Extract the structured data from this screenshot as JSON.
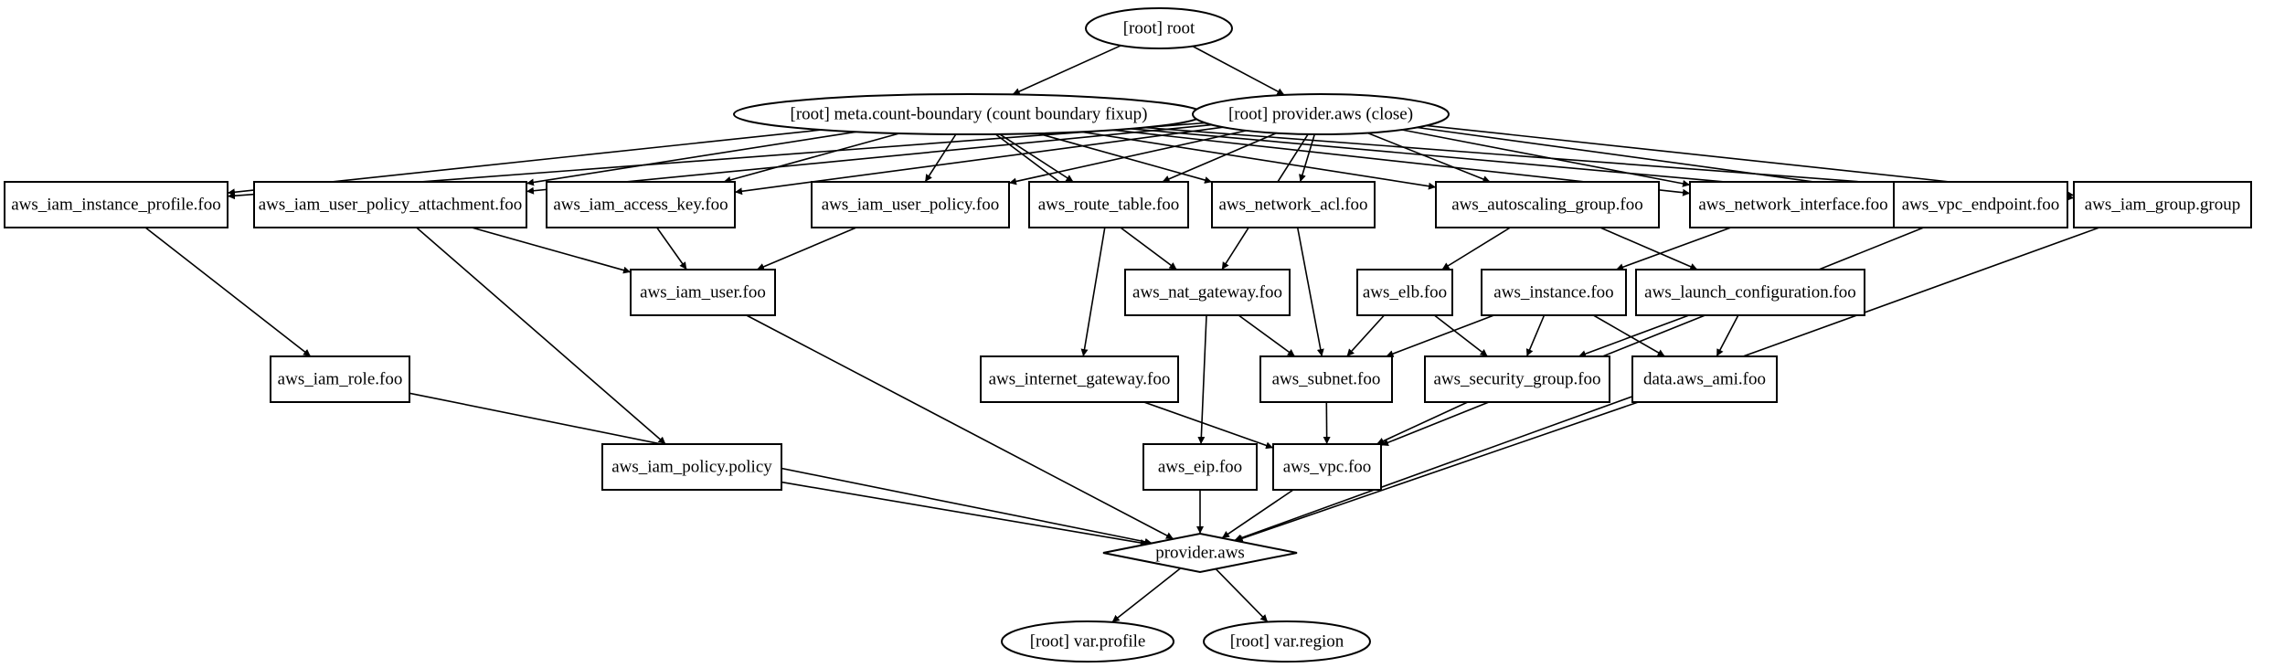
{
  "nodes": [
    {
      "id": "root",
      "label": "[root] root",
      "shape": "ellipse"
    },
    {
      "id": "meta_count_boundary",
      "label": "[root] meta.count-boundary (count boundary fixup)",
      "shape": "ellipse"
    },
    {
      "id": "provider_close",
      "label": "[root] provider.aws (close)",
      "shape": "ellipse"
    },
    {
      "id": "instance_profile",
      "label": "aws_iam_instance_profile.foo",
      "shape": "box"
    },
    {
      "id": "user_policy_attachment",
      "label": "aws_iam_user_policy_attachment.foo",
      "shape": "box"
    },
    {
      "id": "access_key",
      "label": "aws_iam_access_key.foo",
      "shape": "box"
    },
    {
      "id": "user_policy",
      "label": "aws_iam_user_policy.foo",
      "shape": "box"
    },
    {
      "id": "route_table",
      "label": "aws_route_table.foo",
      "shape": "box"
    },
    {
      "id": "network_acl",
      "label": "aws_network_acl.foo",
      "shape": "box"
    },
    {
      "id": "autoscaling_group",
      "label": "aws_autoscaling_group.foo",
      "shape": "box"
    },
    {
      "id": "network_interface",
      "label": "aws_network_interface.foo",
      "shape": "box"
    },
    {
      "id": "vpc_endpoint",
      "label": "aws_vpc_endpoint.foo",
      "shape": "box"
    },
    {
      "id": "iam_group",
      "label": "aws_iam_group.group",
      "shape": "box"
    },
    {
      "id": "iam_user",
      "label": "aws_iam_user.foo",
      "shape": "box"
    },
    {
      "id": "nat_gateway",
      "label": "aws_nat_gateway.foo",
      "shape": "box"
    },
    {
      "id": "elb",
      "label": "aws_elb.foo",
      "shape": "box"
    },
    {
      "id": "instance",
      "label": "aws_instance.foo",
      "shape": "box"
    },
    {
      "id": "launch_configuration",
      "label": "aws_launch_configuration.foo",
      "shape": "box"
    },
    {
      "id": "iam_role",
      "label": "aws_iam_role.foo",
      "shape": "box"
    },
    {
      "id": "internet_gateway",
      "label": "aws_internet_gateway.foo",
      "shape": "box"
    },
    {
      "id": "subnet",
      "label": "aws_subnet.foo",
      "shape": "box"
    },
    {
      "id": "security_group",
      "label": "aws_security_group.foo",
      "shape": "box"
    },
    {
      "id": "ami",
      "label": "data.aws_ami.foo",
      "shape": "box"
    },
    {
      "id": "iam_policy",
      "label": "aws_iam_policy.policy",
      "shape": "box"
    },
    {
      "id": "eip",
      "label": "aws_eip.foo",
      "shape": "box"
    },
    {
      "id": "vpc",
      "label": "aws_vpc.foo",
      "shape": "box"
    },
    {
      "id": "provider",
      "label": "provider.aws",
      "shape": "diamond"
    },
    {
      "id": "var_profile",
      "label": "[root] var.profile",
      "shape": "ellipse"
    },
    {
      "id": "var_region",
      "label": "[root] var.region",
      "shape": "ellipse"
    }
  ],
  "edges": [
    {
      "from": "root",
      "to": "meta_count_boundary"
    },
    {
      "from": "root",
      "to": "provider_close"
    },
    {
      "from": "meta_count_boundary",
      "to": "instance_profile"
    },
    {
      "from": "meta_count_boundary",
      "to": "user_policy_attachment"
    },
    {
      "from": "meta_count_boundary",
      "to": "access_key"
    },
    {
      "from": "meta_count_boundary",
      "to": "user_policy"
    },
    {
      "from": "meta_count_boundary",
      "to": "route_table"
    },
    {
      "from": "meta_count_boundary",
      "to": "network_acl"
    },
    {
      "from": "meta_count_boundary",
      "to": "autoscaling_group"
    },
    {
      "from": "meta_count_boundary",
      "to": "network_interface"
    },
    {
      "from": "meta_count_boundary",
      "to": "vpc_endpoint"
    },
    {
      "from": "meta_count_boundary",
      "to": "iam_group"
    },
    {
      "from": "meta_count_boundary",
      "to": "nat_gateway"
    },
    {
      "from": "provider_close",
      "to": "instance_profile"
    },
    {
      "from": "provider_close",
      "to": "user_policy_attachment"
    },
    {
      "from": "provider_close",
      "to": "access_key"
    },
    {
      "from": "provider_close",
      "to": "user_policy"
    },
    {
      "from": "provider_close",
      "to": "route_table"
    },
    {
      "from": "provider_close",
      "to": "network_acl"
    },
    {
      "from": "provider_close",
      "to": "autoscaling_group"
    },
    {
      "from": "provider_close",
      "to": "network_interface"
    },
    {
      "from": "provider_close",
      "to": "vpc_endpoint"
    },
    {
      "from": "provider_close",
      "to": "iam_group"
    },
    {
      "from": "provider_close",
      "to": "nat_gateway"
    },
    {
      "from": "instance_profile",
      "to": "iam_role"
    },
    {
      "from": "user_policy_attachment",
      "to": "iam_user"
    },
    {
      "from": "user_policy_attachment",
      "to": "iam_policy"
    },
    {
      "from": "access_key",
      "to": "iam_user"
    },
    {
      "from": "user_policy",
      "to": "iam_user"
    },
    {
      "from": "route_table",
      "to": "internet_gateway"
    },
    {
      "from": "network_acl",
      "to": "subnet"
    },
    {
      "from": "autoscaling_group",
      "to": "elb"
    },
    {
      "from": "autoscaling_group",
      "to": "launch_configuration"
    },
    {
      "from": "network_interface",
      "to": "instance"
    },
    {
      "from": "vpc_endpoint",
      "to": "vpc"
    },
    {
      "from": "iam_group",
      "to": "provider"
    },
    {
      "from": "nat_gateway",
      "to": "eip"
    },
    {
      "from": "nat_gateway",
      "to": "subnet"
    },
    {
      "from": "elb",
      "to": "subnet"
    },
    {
      "from": "elb",
      "to": "security_group"
    },
    {
      "from": "instance",
      "to": "subnet"
    },
    {
      "from": "instance",
      "to": "security_group"
    },
    {
      "from": "instance",
      "to": "ami"
    },
    {
      "from": "launch_configuration",
      "to": "security_group"
    },
    {
      "from": "launch_configuration",
      "to": "ami"
    },
    {
      "from": "iam_user",
      "to": "provider"
    },
    {
      "from": "iam_role",
      "to": "provider"
    },
    {
      "from": "internet_gateway",
      "to": "vpc"
    },
    {
      "from": "subnet",
      "to": "vpc"
    },
    {
      "from": "security_group",
      "to": "vpc"
    },
    {
      "from": "ami",
      "to": "provider"
    },
    {
      "from": "iam_policy",
      "to": "provider"
    },
    {
      "from": "eip",
      "to": "provider"
    },
    {
      "from": "vpc",
      "to": "provider"
    },
    {
      "from": "provider",
      "to": "var_profile"
    },
    {
      "from": "provider",
      "to": "var_region"
    }
  ]
}
